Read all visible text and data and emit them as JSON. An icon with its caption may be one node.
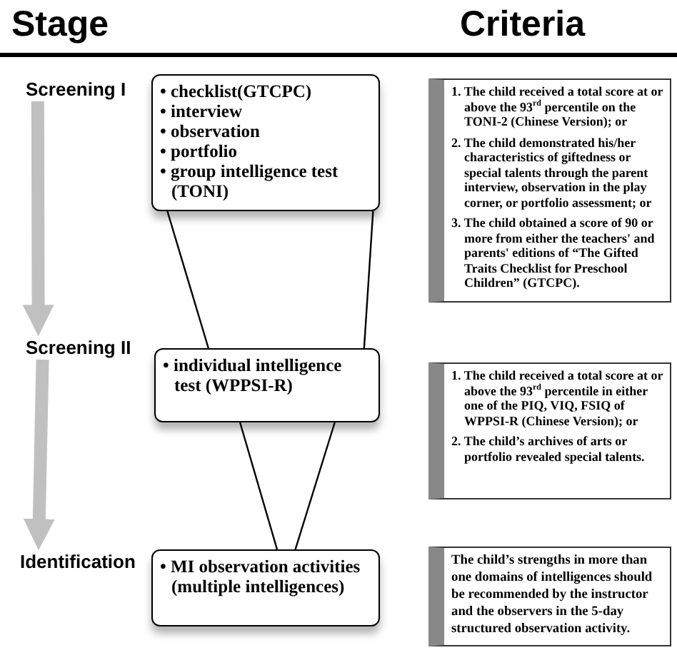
{
  "diagram": {
    "nodes": [
      {
        "text": [
          "Screening I"
        ]
      },
      {
        "text": [
          "• checklist(GTCPC)",
          "• interview",
          "• observation",
          "• portfolio",
          "• group intelligence test (TONI)"
        ]
      },
      {
        "text": [
          "1. The child received a total score at or above the 93$^{rd}$ percentile on the TONI-2 (Chinese Version); or",
          "2. The child demonstrated his/her characteristics of giftedness or special talents through the parent interview, observation in the play corner, or portfolio assessment; or",
          "3. The child obtained a score of 90 or more from either the teachers' and parents' editions of “The Gifted Traits Checklist for Preschool Children” (GTCPC)."
        ]
      },
      {
        "text": [
          "Screening II"
        ]
      },
      {
        "text": [
          "• individual intelligence test (WPPSI-R)"
        ]
      },
      {
        "text": [
          "1. The child received a total score at or above the 93$^{rd}$ percentile in either one of the PIQ, VIQ, FSIQ of WPPSI-R (Chinese Version); or",
          "2. The child’s archives of arts or portfolio revealed special talents."
        ]
      },
      {
        "text": [
          "Identification"
        ]
      },
      {
        "text": [
          "• MI observation activities (multiple intelligences)"
        ]
      },
      {
        "text": [
          "The child’s strengths in more than one domains of intelligences should be recommended by the instructor and the observers in the 5-day structured observation activity."
        ]
      }
    ],
    "edges": [
      {
        "from": 0,
        "to": 3,
        "arrow": "to",
        "style": "thick",
        "color": "#c0c0c0"
      },
      {
        "from": 1,
        "to": 4,
        "arrow": "none"
      },
      {
        "from": 1,
        "to": 4,
        "arrow": "none"
      },
      {
        "from": 3,
        "to": 6,
        "arrow": "to",
        "style": "thick",
        "color": "#c0c0c0"
      },
      {
        "from": 4,
        "to": 7,
        "arrow": "none"
      },
      {
        "from": 4,
        "to": 7,
        "arrow": "none"
      }
    ],
    "labels": [
      "Stage",
      "Criteria"
    ]
  }
}
